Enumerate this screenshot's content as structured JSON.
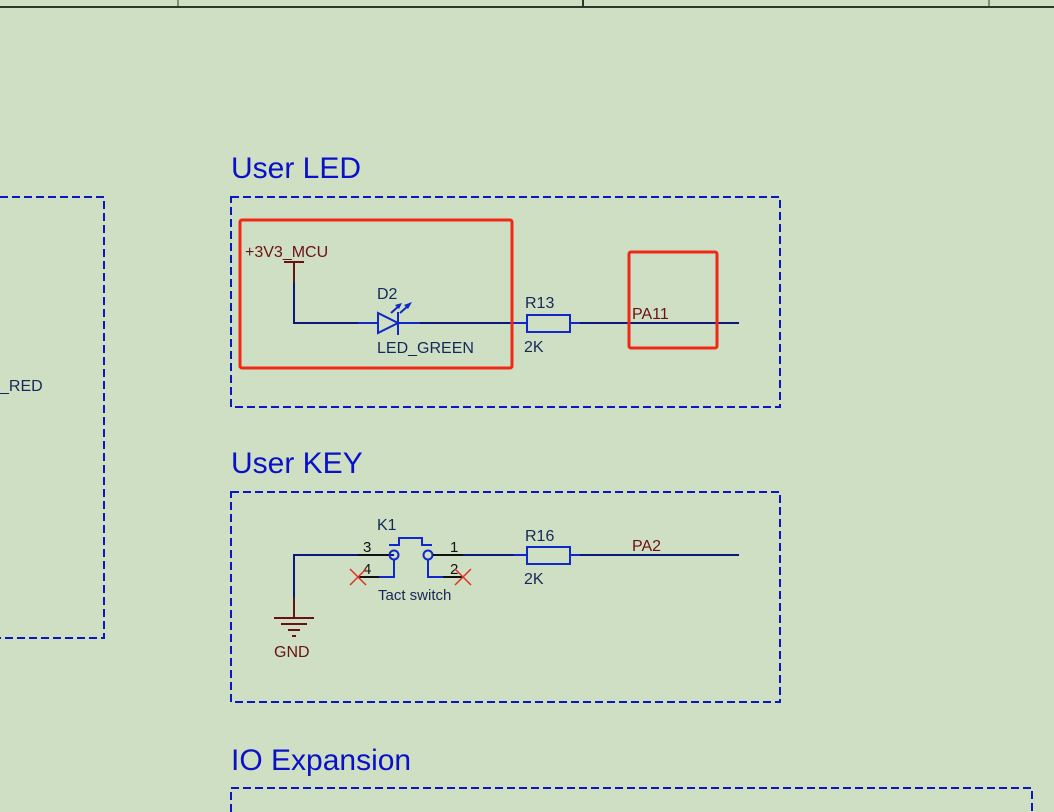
{
  "sections": {
    "user_led": {
      "title": "User LED",
      "power_net": "+3V3_MCU",
      "diode": {
        "designator": "D2",
        "value": "LED_GREEN"
      },
      "resistor": {
        "designator": "R13",
        "value": "2K"
      },
      "net_label": "PA11"
    },
    "user_key": {
      "title": "User KEY",
      "switch": {
        "designator": "K1",
        "value": "Tact switch",
        "pins": [
          "3",
          "4",
          "1",
          "2"
        ]
      },
      "resistor": {
        "designator": "R16",
        "value": "2K"
      },
      "net_label": "PA2",
      "ground_net": "GND"
    },
    "io_expansion": {
      "title": "IO Expansion"
    },
    "left_partial": {
      "net_label_fragment": "_RED"
    }
  },
  "colors": {
    "background": "#cfdfc3",
    "title": "#0a10c8",
    "wire": "#0a1a78",
    "component": "#1028c8",
    "net": "#6a1212",
    "highlight": "#f02818"
  }
}
